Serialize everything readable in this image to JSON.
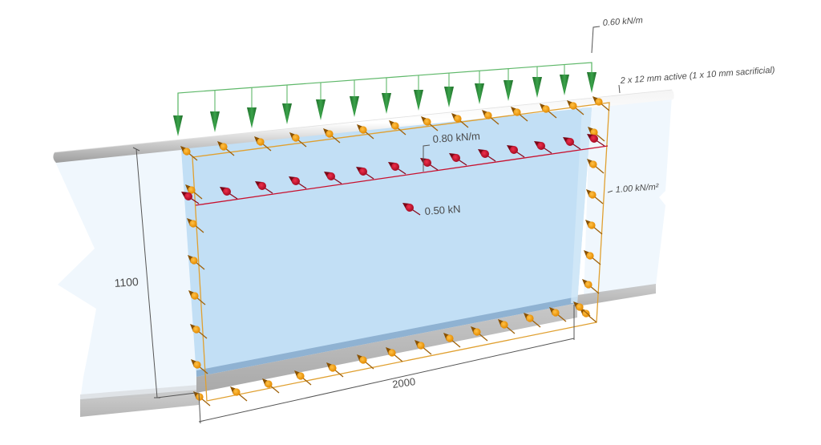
{
  "diagram": {
    "type": "3d-glass-balustrade-load-diagram",
    "colors": {
      "background": "#ffffff",
      "panel_fill": "#c2dff5",
      "adjacent_panel_fill": "#f0f7fd",
      "handrail": "#d9d9d9",
      "base_channel": "#bdbdbd",
      "line_load_green": "#2e8b3a",
      "line_load_green_guide": "#5fb86a",
      "point_line_red": "#c8102e",
      "pressure_orange": "#f39c12",
      "pressure_outline": "#e0a030",
      "dimension_line": "#555555"
    },
    "annotations": {
      "handrail_load": "0.60 kN/m",
      "glass_spec": "2 x 12 mm active (1 x 10 mm sacrificial)",
      "infill_line_load": "0.80 kN/m",
      "point_load": "0.50 kN",
      "area_pressure": "1.00 kN/m²"
    },
    "dimensions": {
      "height": "1100",
      "width": "2000"
    },
    "loads": {
      "handrail_arrows_count": 14,
      "infill_line_arrows_count": 14,
      "pressure_bottom_arrows_count": 14,
      "pressure_left_arrows_count": 8,
      "pressure_right_arrows_count": 8
    }
  }
}
